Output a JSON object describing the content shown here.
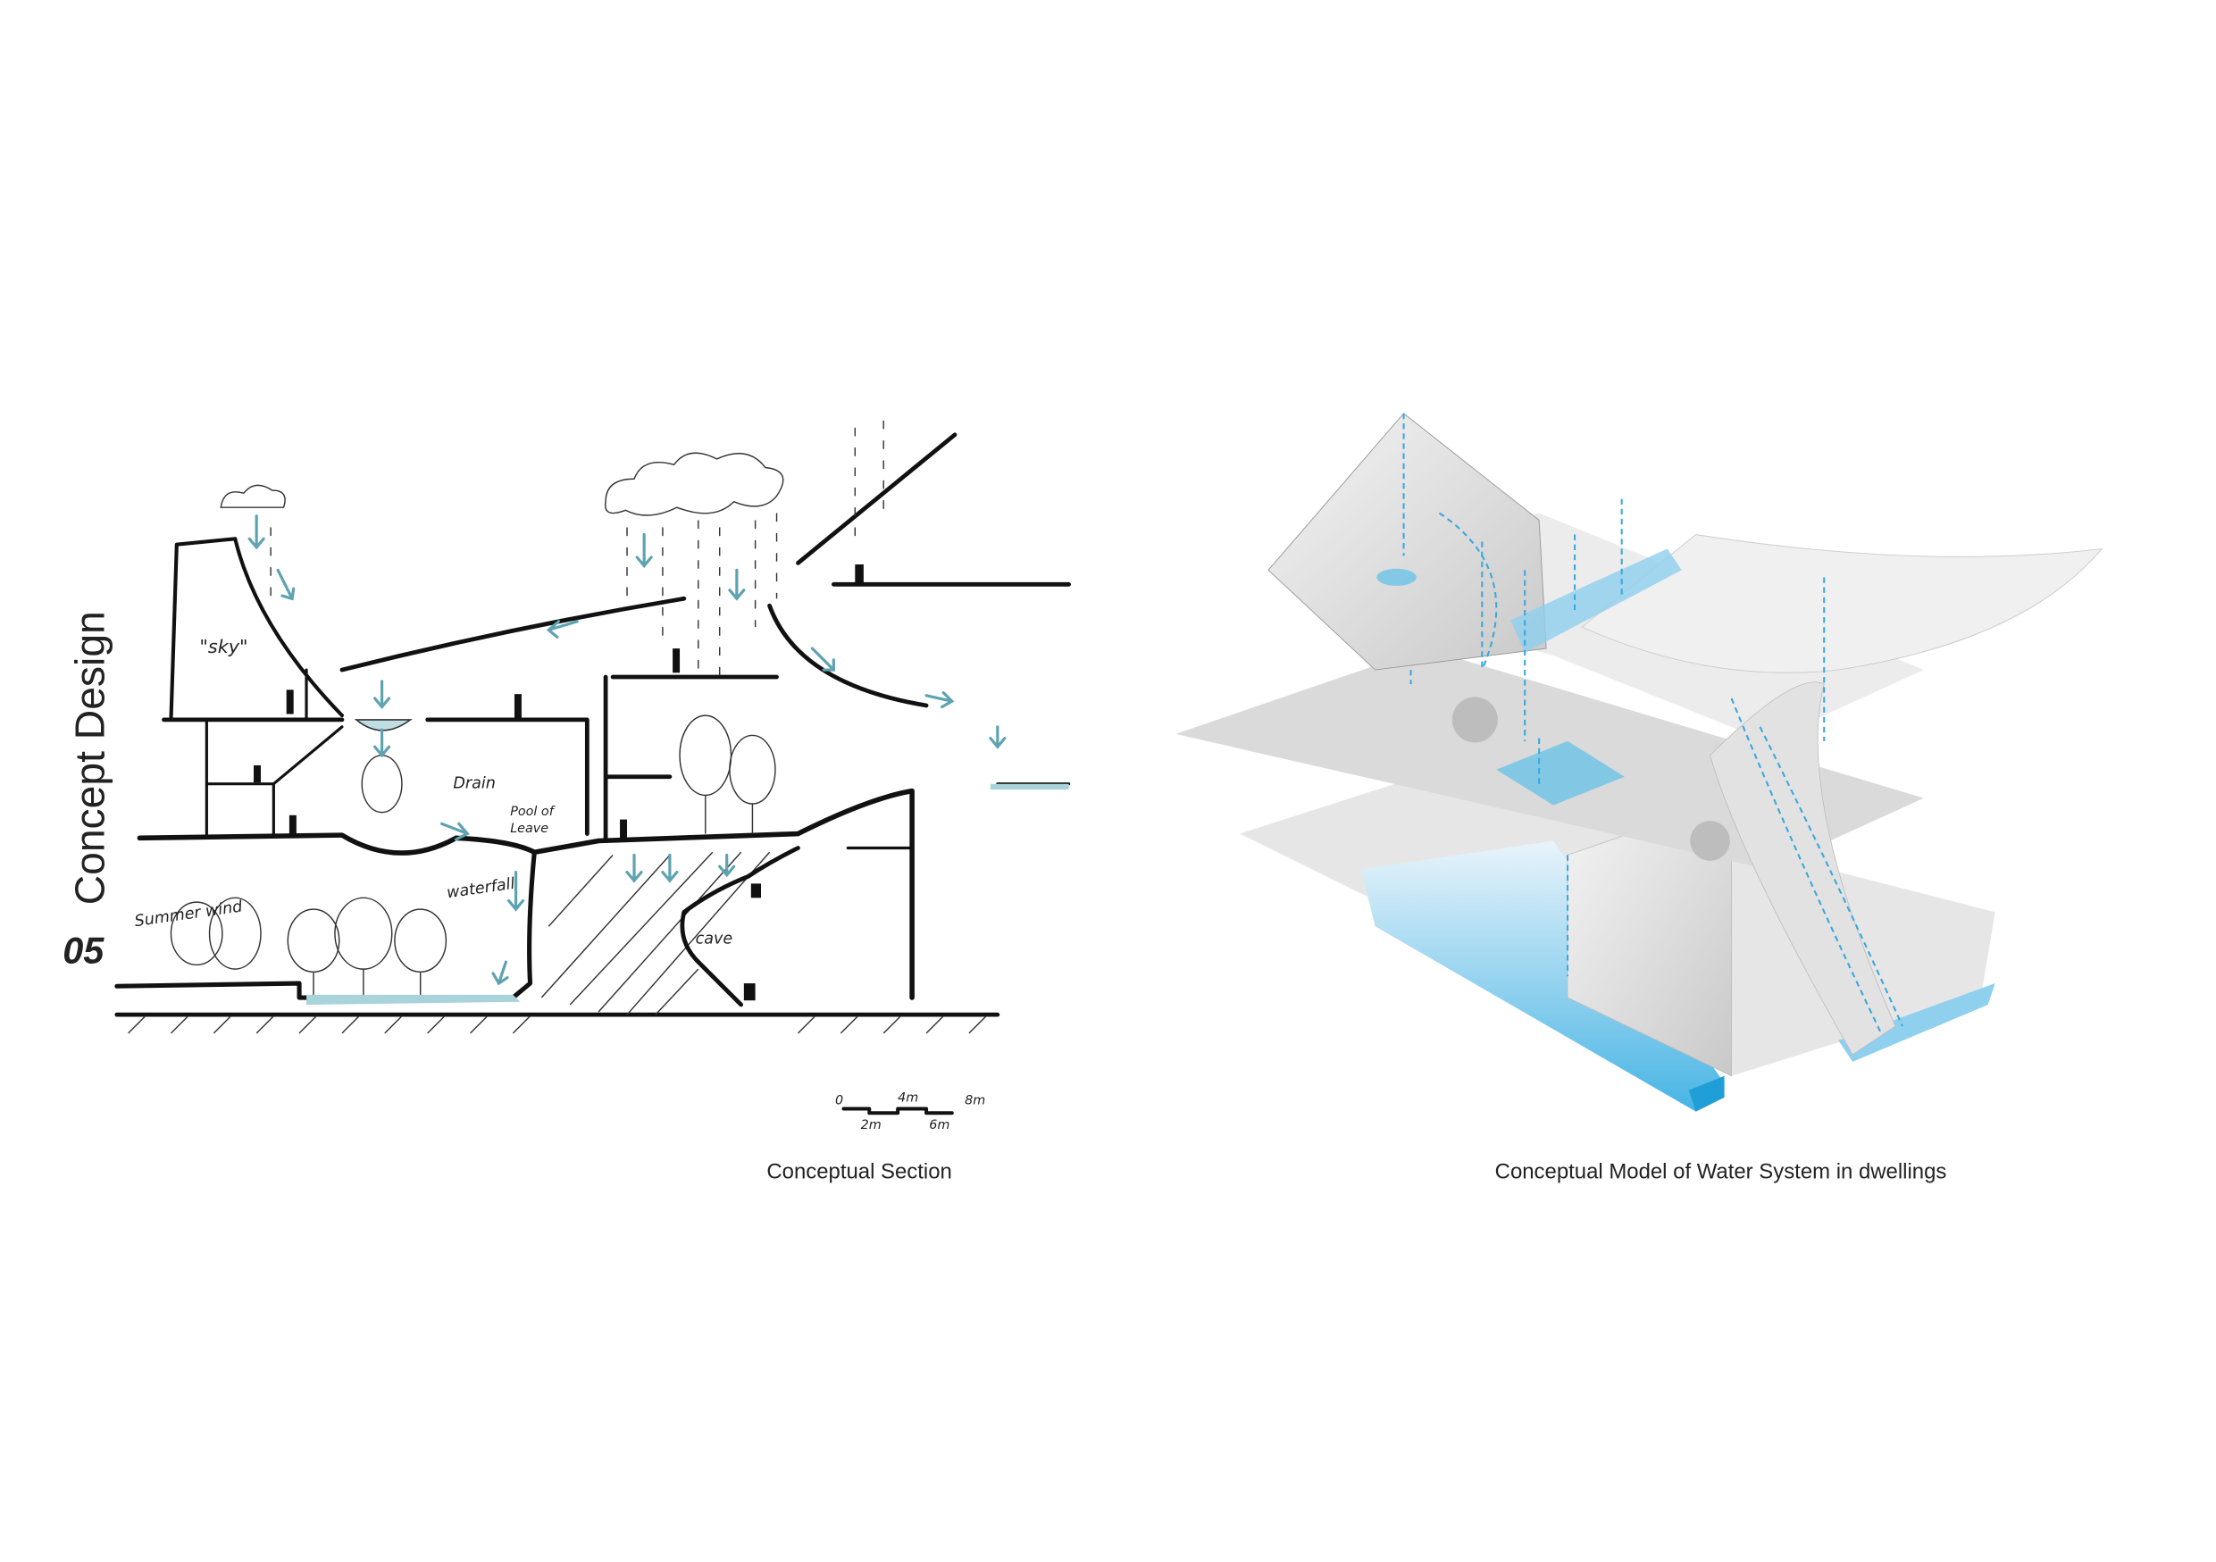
{
  "page": {
    "section_title": "Concept Design",
    "section_number": "05"
  },
  "sketch": {
    "caption": "Conceptual Section",
    "labels": {
      "sky": "\"sky\"",
      "drain": "Drain",
      "pool_line1": "Pool of",
      "pool_line2": "Leave",
      "waterfall": "waterfall",
      "summer_wind": "Summer wind",
      "cave": "cave"
    },
    "scale_bar": {
      "t0": "0",
      "t2": "2m",
      "t4": "4m",
      "t6": "6m",
      "t8": "8m"
    }
  },
  "model": {
    "caption": "Conceptual Model of Water System in dwellings"
  },
  "colors": {
    "sketch_water": "#5ea3b0",
    "model_water": "#3aa8dc"
  }
}
